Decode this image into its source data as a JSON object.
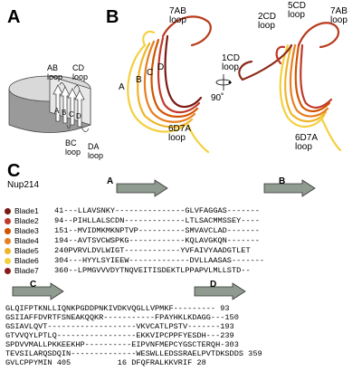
{
  "panels": {
    "a": "A",
    "b": "B",
    "c": "C"
  },
  "panel_a": {
    "loops": {
      "ab": "AB\nloop",
      "cd": "CD\nloop",
      "bc": "BC\nloop",
      "da": "DA\nloop"
    },
    "strands": [
      "A",
      "B",
      "C",
      "D"
    ]
  },
  "panel_b": {
    "left": {
      "loop_7ab": "7AB\nloop",
      "loop_6d7a": "6D7A\nloop",
      "strands": [
        "A",
        "B",
        "C",
        "D"
      ]
    },
    "right": {
      "loop_2cd": "2CD\nloop",
      "loop_5cd": "5CD\nloop",
      "loop_7ab": "7AB\nloop",
      "loop_1cd": "1CD\nloop",
      "loop_6d7a": "6D7A\nloop"
    },
    "rotation": "90˚"
  },
  "panel_c": {
    "protein": "Nup214",
    "strand_labels": [
      "A",
      "B",
      "C",
      "D"
    ],
    "blades": [
      {
        "name": "Blade1",
        "seq1": "41---LLAVSNKY---------------GLVFAGGAS-------"
      },
      {
        "name": "Blade2",
        "seq1": "94--PIHLLALSCDN-------------LTLSACMMSSEY----"
      },
      {
        "name": "Blade3",
        "seq1": "151--MVIDMKMKNPTVP----------SMVAVCLAD-------"
      },
      {
        "name": "Blade4",
        "seq1": "194--AVTSVCWSPKG------------KQLAVGKQN-------"
      },
      {
        "name": "Blade5",
        "seq1": "240PVRVLDVLWIGT------------YVFAIVYAADGTLET"
      },
      {
        "name": "Blade6",
        "seq1": "304---HYYLSYIEEW-------------DVLLAASAS-------"
      },
      {
        "name": "Blade7",
        "seq1": "360--LPMGVVVDYTNQVEITISDEKTLPPAPVLMLLSTD--"
      }
    ],
    "lower_rows": [
      "GLQIFPTKNLLIQNKPGDDPNKIVDKVQGLLVPMKF--------- 93",
      "GSIIAFFDVRTFSNEAKQQKR-----------FPAYHKLKDAGG---150",
      "GSIAVLQVT-------------------VKVCATLPSTV-------193",
      "GTVVQYLPTLQ-----------------EKKVIPCPPFYESDH---239",
      "SPDVVMALLPKKEEKHP----------EIPVNFMEPCYGSCTERQH-303",
      "TEVSILARQSDQIN--------------WESWLLEDSSRAELPVTDKSDDS 359",
      "GVLCPPYMIN 405          16 DFQFRALKKVRIF 28"
    ],
    "colors": {
      "blade1": "#7a1a12",
      "blade2": "#c0392b",
      "blade3": "#d35400",
      "blade4": "#e67e22",
      "blade5": "#f0b429",
      "blade6": "#f4d03f",
      "blade7": "#8b1a1a",
      "highlight": "#d35400",
      "arrow": "#7f8c7f"
    }
  }
}
